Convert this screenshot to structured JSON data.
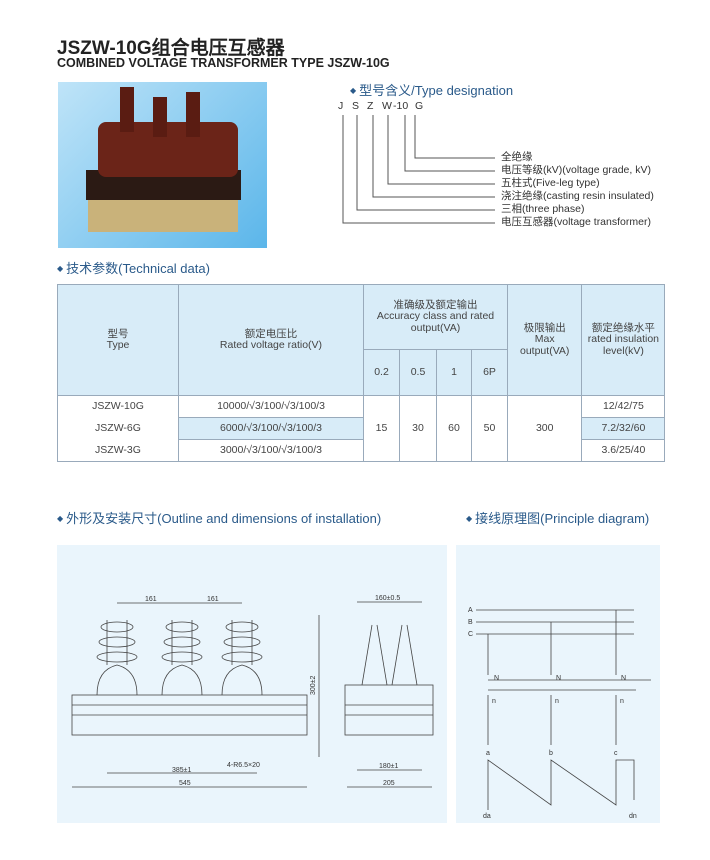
{
  "title": "JSZW-10G组合电压互感器",
  "subtitle": "COMBINED VOLTAGE TRANSFORMER TYPE JSZW-10G",
  "designation": {
    "heading": "型号含义/Type designation",
    "letters": [
      "J",
      "S",
      "Z",
      "W",
      "-10",
      "G"
    ],
    "items": [
      "全绝缘",
      "电压等级(kV)(voltage grade, kV)",
      "五柱式(Five-leg type)",
      "浇注绝缘(casting resin insulated)",
      "三相(three phase)",
      "电压互感器(voltage transformer)"
    ]
  },
  "tech_heading": "技术参数(Technical data)",
  "table": {
    "h_type_cn": "型号",
    "h_type_en": "Type",
    "h_ratio_cn": "额定电压比",
    "h_ratio_en": "Rated voltage ratio(V)",
    "h_acc_cn": "准确级及额定输出",
    "h_acc_en": "Accuracy class and rated output(VA)",
    "h_max_cn": "极限输出",
    "h_max_en": "Max output(VA)",
    "h_ins_cn": "额定绝缘水平",
    "h_ins_en": "rated insulation level(kV)",
    "classes": [
      "0.2",
      "0.5",
      "1",
      "6P"
    ],
    "rows": [
      {
        "type": "JSZW-10G",
        "ratio": "10000/√3/100/√3/100/3",
        "ins": "12/42/75"
      },
      {
        "type": "JSZW-6G",
        "ratio": "6000/√3/100/√3/100/3",
        "ins": "7.2/32/60"
      },
      {
        "type": "JSZW-3G",
        "ratio": "3000/√3/100/√3/100/3",
        "ins": "3.6/25/40"
      }
    ],
    "outputs": [
      "15",
      "30",
      "60",
      "50"
    ],
    "max_output": "300"
  },
  "outline_heading": "外形及安装尺寸(Outline and dimensions of installation)",
  "principle_heading": "接线原理图(Principle diagram)",
  "dims": {
    "d1": "161",
    "d2": "161",
    "h": "300±2",
    "w1": "160±0.5",
    "holes": "4-R6.5×20",
    "d3": "385±1",
    "d4": "545",
    "d5": "180±1",
    "d6": "205"
  },
  "diagram": {
    "lines": [
      "A",
      "B",
      "C"
    ],
    "n_upper": [
      "N",
      "N",
      "N"
    ],
    "n_lower": [
      "n",
      "n",
      "n"
    ],
    "phases": [
      "a",
      "b",
      "c"
    ],
    "open": [
      "da",
      "dn"
    ]
  }
}
